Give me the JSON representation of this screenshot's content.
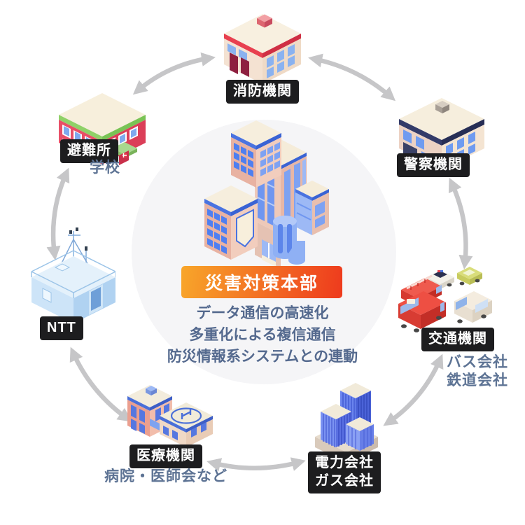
{
  "center": {
    "label": "災害対策本部",
    "features": [
      "データ通信の高速化",
      "多重化による複信通信",
      "防災情報系システムとの連動"
    ]
  },
  "nodes": {
    "fire": {
      "label": "消防機関"
    },
    "police": {
      "label": "警察機関"
    },
    "transport": {
      "label": "交通機関",
      "sub_lines": [
        "バス会社",
        "鉄道会社"
      ]
    },
    "power": {
      "label_lines": [
        "電力会社",
        "ガス会社"
      ]
    },
    "medical": {
      "label": "医療機関",
      "sub": "病院・医師会など"
    },
    "ntt": {
      "label": "NTT"
    },
    "shelter": {
      "label": "避難所",
      "sub": "学校"
    }
  },
  "colors": {
    "label_bg": "#1d1d1f",
    "label_text": "#ffffff",
    "sub_text": "#5d7394",
    "feature_text": "#54698e",
    "arrow": "#c6c6c8",
    "hq_gradient_start": "#f8a62a",
    "hq_gradient_end": "#ee3a1d",
    "circle_bg": "#f5f5f7"
  }
}
